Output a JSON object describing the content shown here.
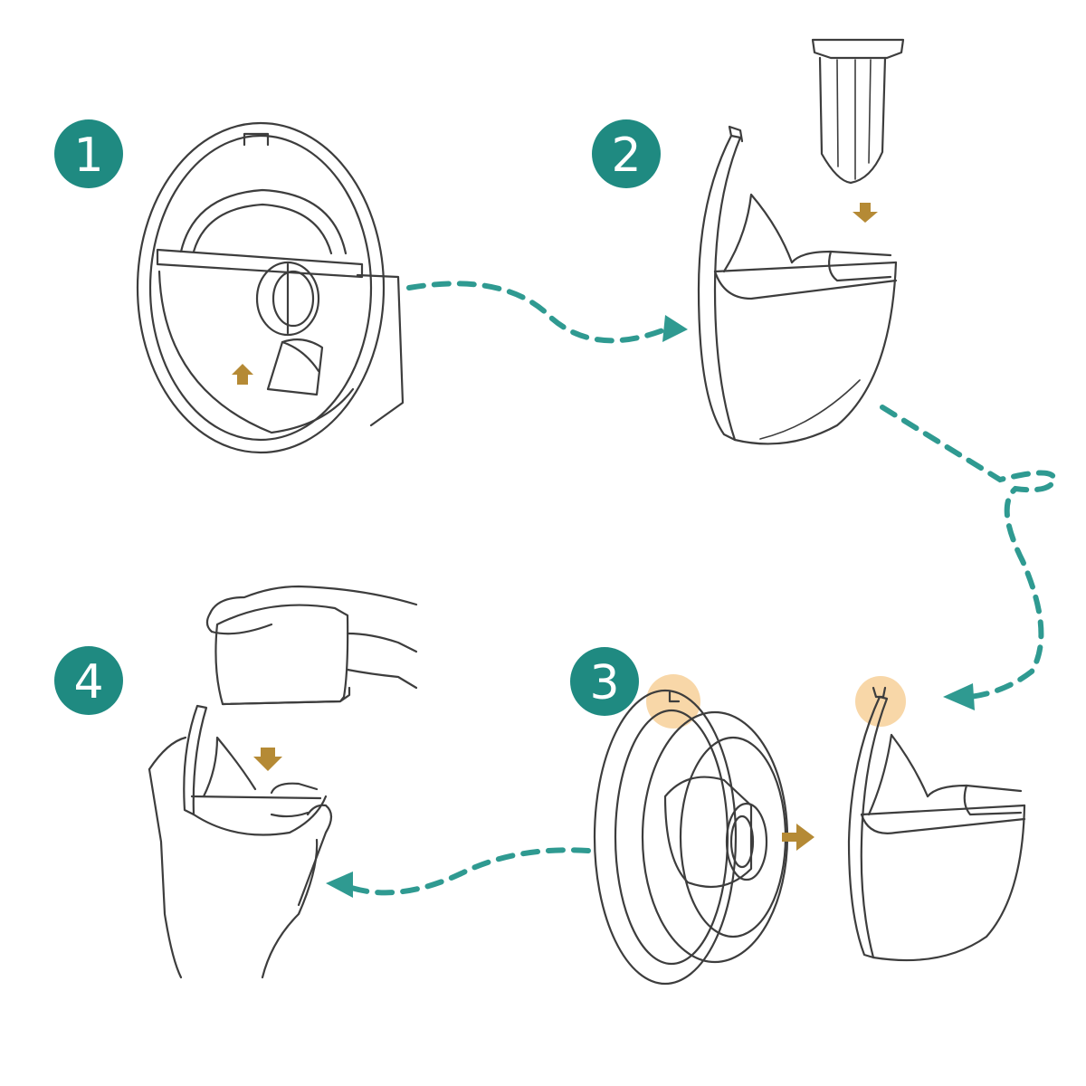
{
  "steps": [
    {
      "number": "1",
      "badge_icon": "step-number-badge"
    },
    {
      "number": "2",
      "badge_icon": "step-number-badge"
    },
    {
      "number": "3",
      "badge_icon": "step-number-badge"
    },
    {
      "number": "4",
      "badge_icon": "step-number-badge"
    }
  ],
  "colors": {
    "badge": "#1f8a81",
    "flow_arrow": "#2f9a91",
    "action_arrow": "#b58a35",
    "highlight": "#f6c98b",
    "line_art": "#3d3d3d"
  },
  "icons": {
    "action_arrow": "solid-arrow-icon",
    "flow_arrow": "dashed-arrow-icon",
    "highlight": "attachment-point-highlight"
  }
}
